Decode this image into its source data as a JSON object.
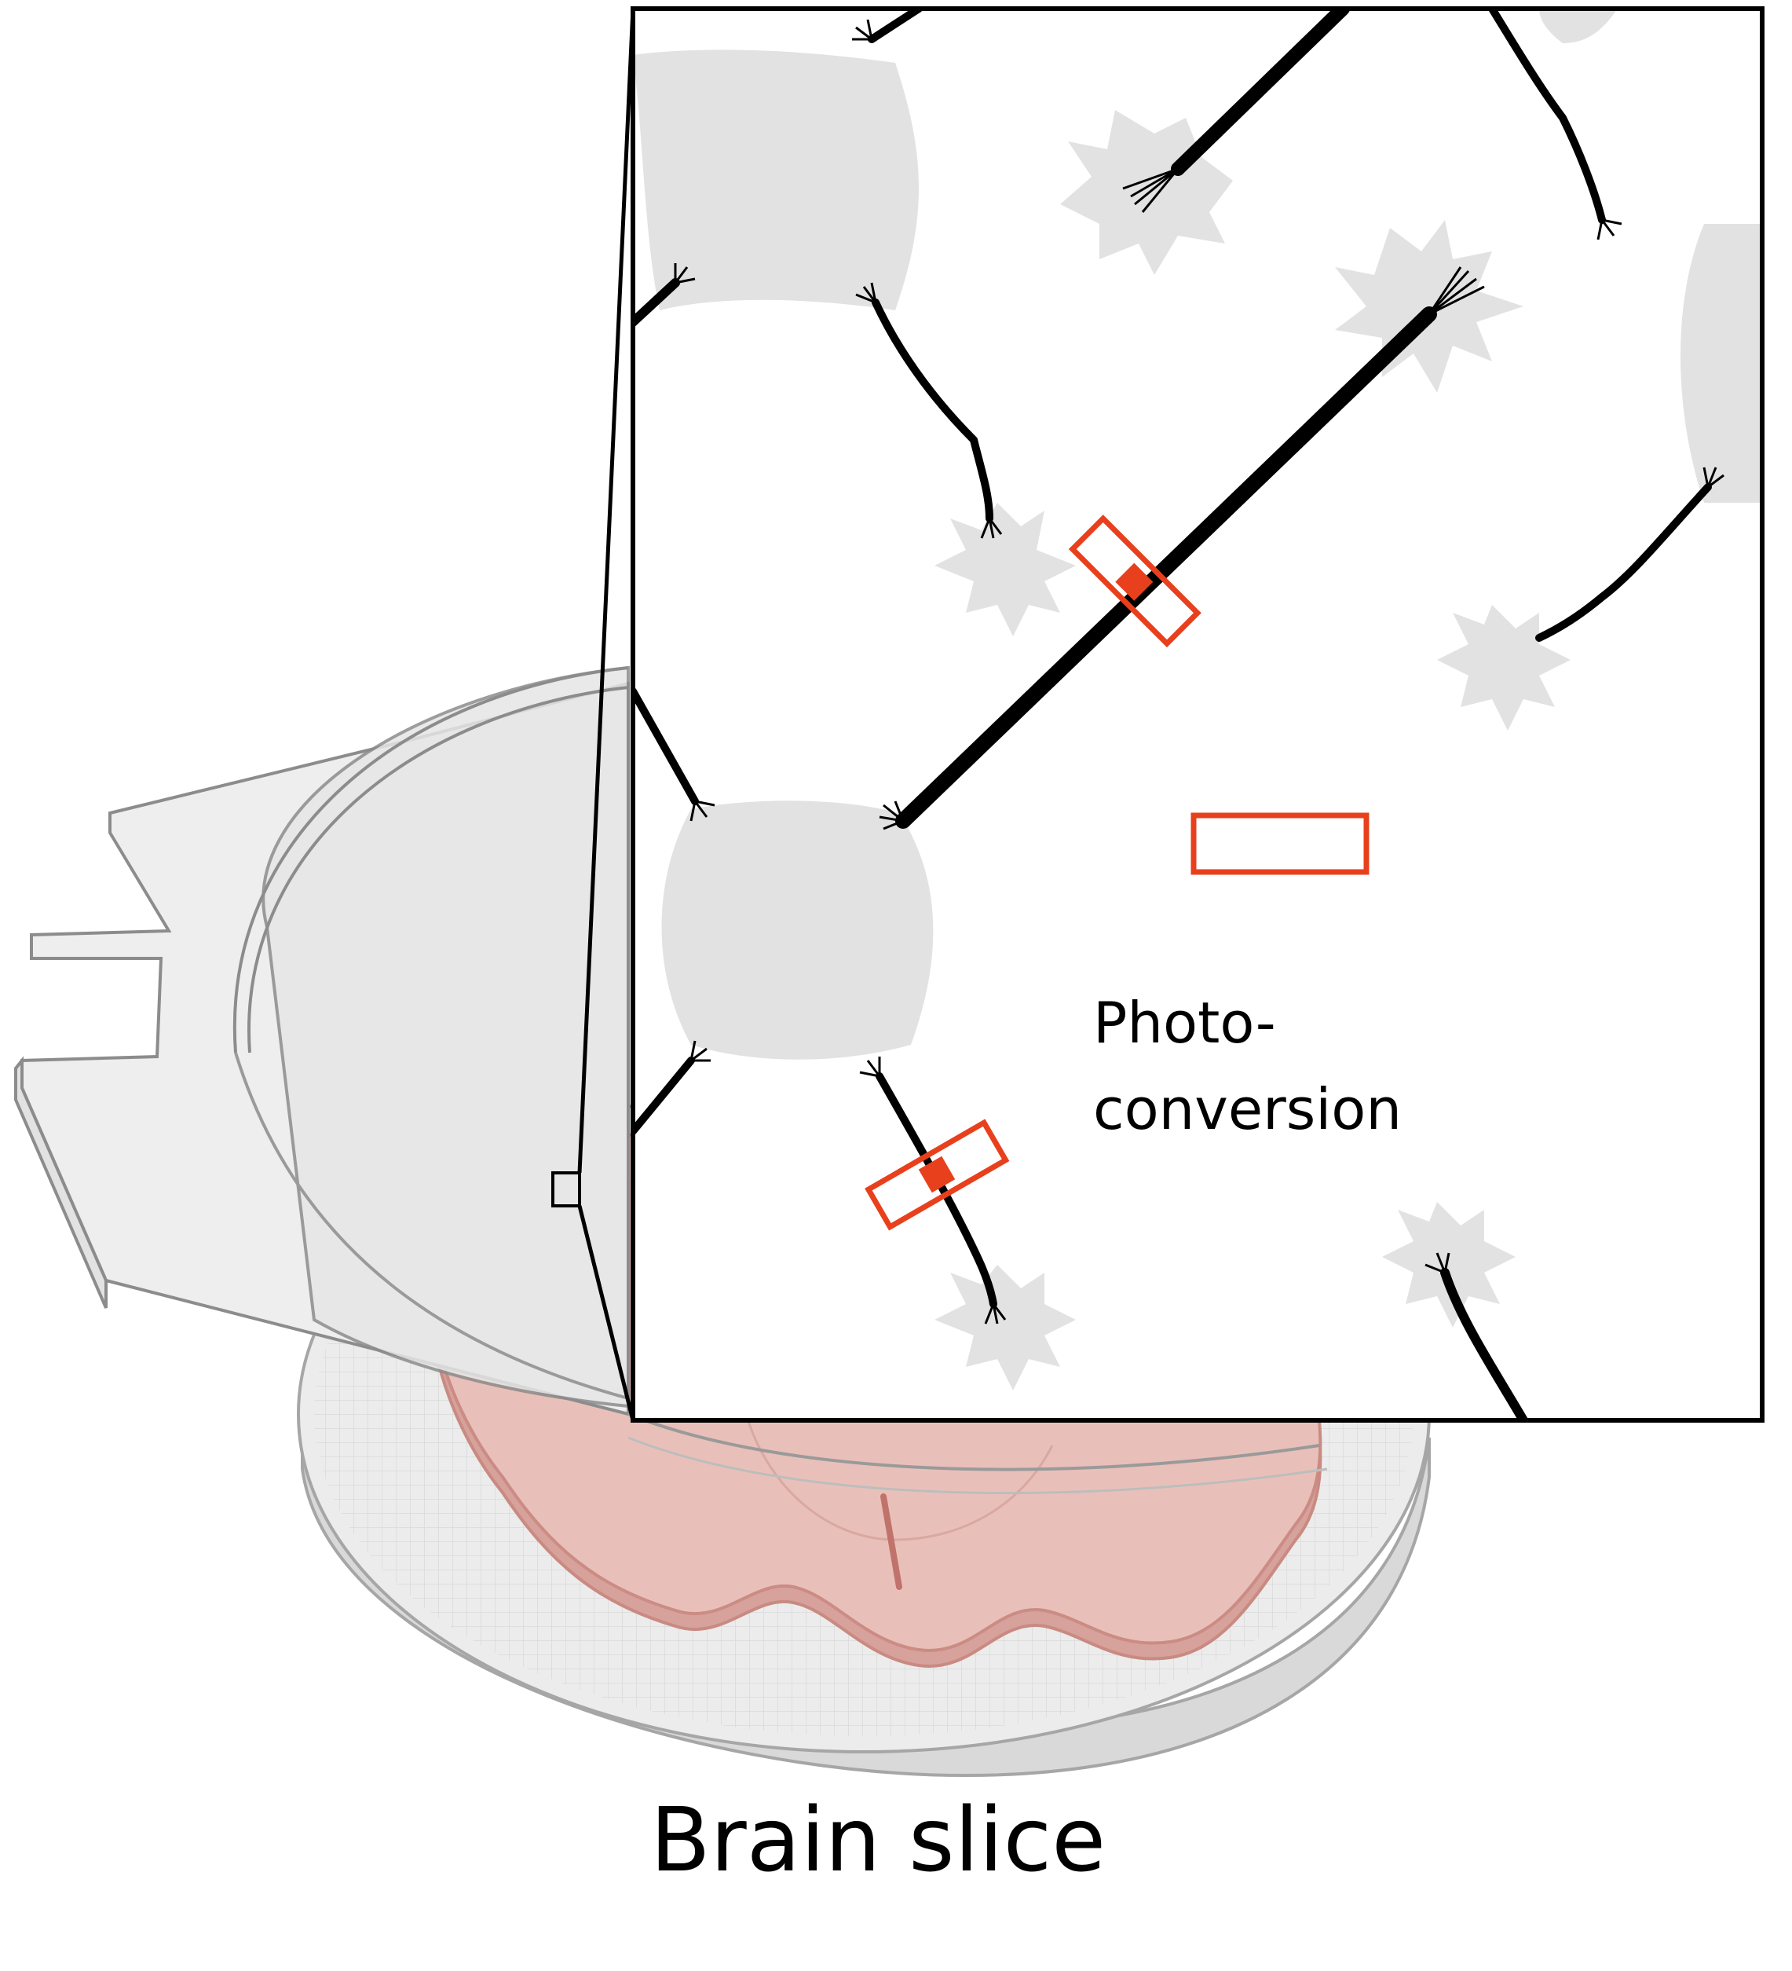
{
  "figure": {
    "inset_label_line1": "Photo-",
    "inset_label_line2": "conversion",
    "caption": "Brain slice"
  },
  "colors": {
    "photoconversion_box": "#e8401c",
    "axon": "#000000",
    "cell_gray": "#e2e2e2",
    "tissue": "#e8b8b0",
    "tissue_outline": "#c98a82",
    "insert_outline": "#888888"
  }
}
